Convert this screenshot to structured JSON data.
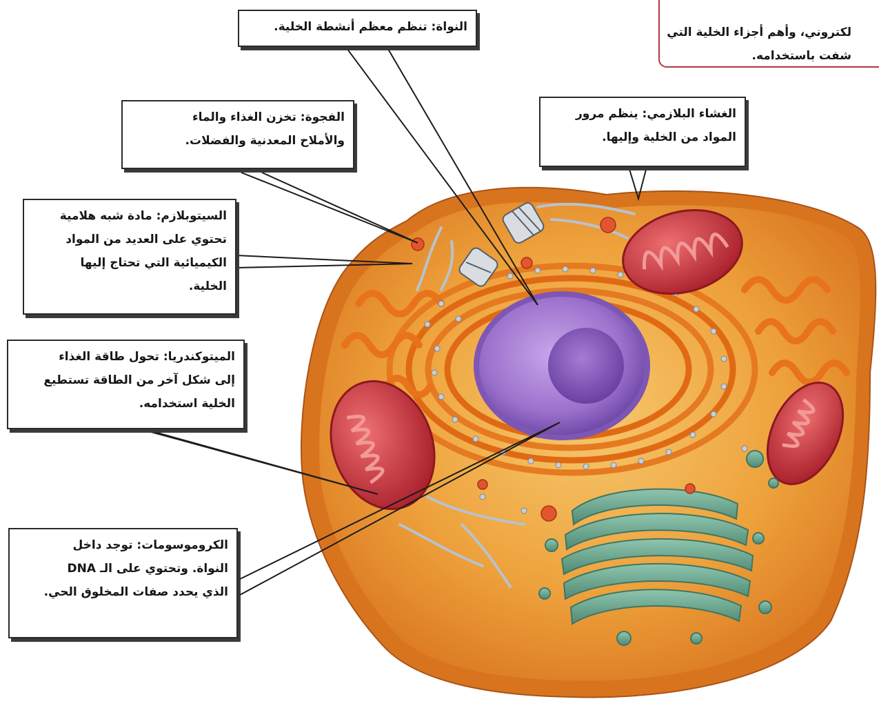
{
  "labels": {
    "nucleus": "النواة: تنظم معظم أنشطة الخلية.",
    "vacuole": [
      "الفجوة: تخزن الغذاء والماء",
      "والأملاح المعدنية والفضلات."
    ],
    "cytoplasm": [
      "السيتوبلازم: مادة شبه هلامية",
      "تحتوي على العديد من المواد",
      "الكيميائية التي تحتاج إليها",
      "الخلية."
    ],
    "mitochondria": [
      "الميتوكندريا: تحول طاقة الغذاء",
      "إلى شكل آخر من الطاقة تستطيع",
      "الخلية استخدامه."
    ],
    "chromosomes": [
      "الكروموسومات: توجد داخل",
      "النواة. وتحتوي على الـ DNA",
      "الذي يحدد صفات المخلوق الحي."
    ],
    "membrane": [
      "الغشاء البلازمي: ينظم مرور",
      "المواد من الخلية وإليها."
    ]
  },
  "side_note": [
    "لكتروني، وأهم أجزاء الخلية التي",
    "شفت باستخدامه."
  ],
  "colors": {
    "cell_outer": "#d9741e",
    "cytoplasm": "#f0a53a",
    "er": "#e8731c",
    "nucleus": "#9a6fc8",
    "nucleolus": "#7d4fb0",
    "mitochondria": "#c8303c",
    "golgi": "#5e9c86",
    "note_border": "#b2363a"
  }
}
